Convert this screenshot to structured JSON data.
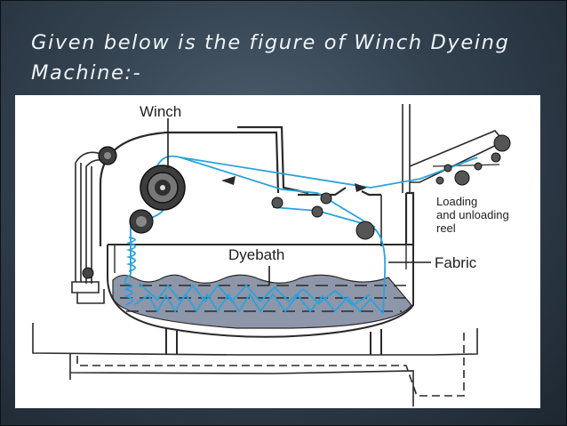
{
  "slide": {
    "title_line1": "Given below is the figure of  Winch Dyeing",
    "title_line2": "Machine:-"
  },
  "figure": {
    "labels": {
      "winch": "Winch",
      "dyebath": "Dyebath",
      "fabric": "Fabric",
      "loading_line1": "Loading",
      "loading_line2": "and unloading",
      "loading_line3": "reel"
    },
    "colors": {
      "fabric_path": "#2aa3dc",
      "liquor": "#8e96aa",
      "outline": "#2a2a2a"
    }
  }
}
